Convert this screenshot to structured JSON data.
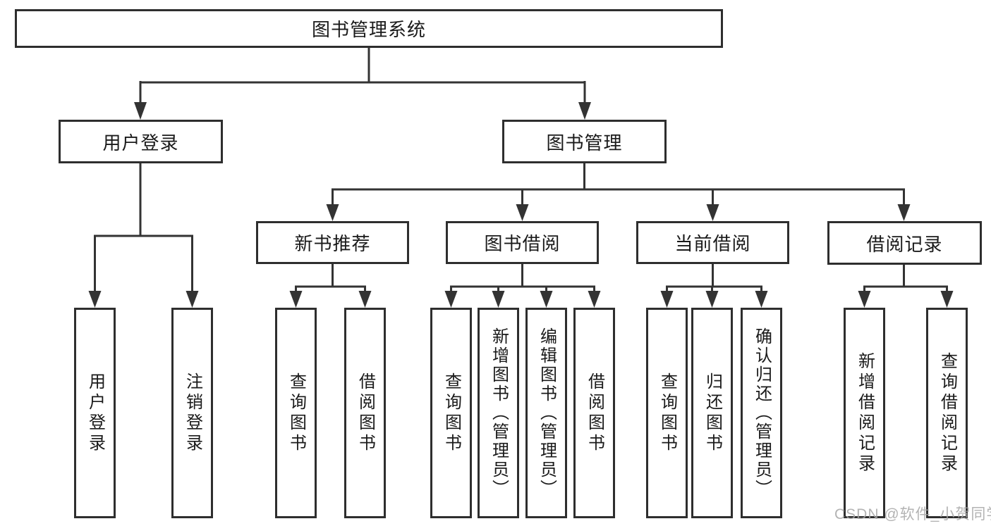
{
  "diagram": {
    "root": {
      "label": "图书管理系统"
    },
    "level2": [
      {
        "label": "用户登录"
      },
      {
        "label": "图书管理"
      }
    ],
    "level3": [
      {
        "label": "新书推荐"
      },
      {
        "label": "图书借阅"
      },
      {
        "label": "当前借阅"
      },
      {
        "label": "借阅记录"
      }
    ],
    "leaves": {
      "user_login": [
        {
          "label": "用户登录"
        },
        {
          "label": "注销登录"
        }
      ],
      "new_book_recommend": [
        {
          "label": "查询图书"
        },
        {
          "label": "借阅图书"
        }
      ],
      "book_borrow": [
        {
          "label": "查询图书"
        },
        {
          "label": "新增图书（管理员）"
        },
        {
          "label": "编辑图书（管理员）"
        },
        {
          "label": "借阅图书"
        }
      ],
      "current_borrow": [
        {
          "label": "查询图书"
        },
        {
          "label": "归还图书"
        },
        {
          "label": "确认归还（管理员）"
        }
      ],
      "borrow_records": [
        {
          "label": "新增借阅记录"
        },
        {
          "label": "查询借阅记录"
        }
      ]
    },
    "watermark": "CSDN @软件_小贺同学",
    "colors": {
      "line": "#333333",
      "box_border": "#2e2e2e",
      "text": "#1a1a1a",
      "background": "#ffffff",
      "watermark": "#a6a6a6"
    }
  }
}
